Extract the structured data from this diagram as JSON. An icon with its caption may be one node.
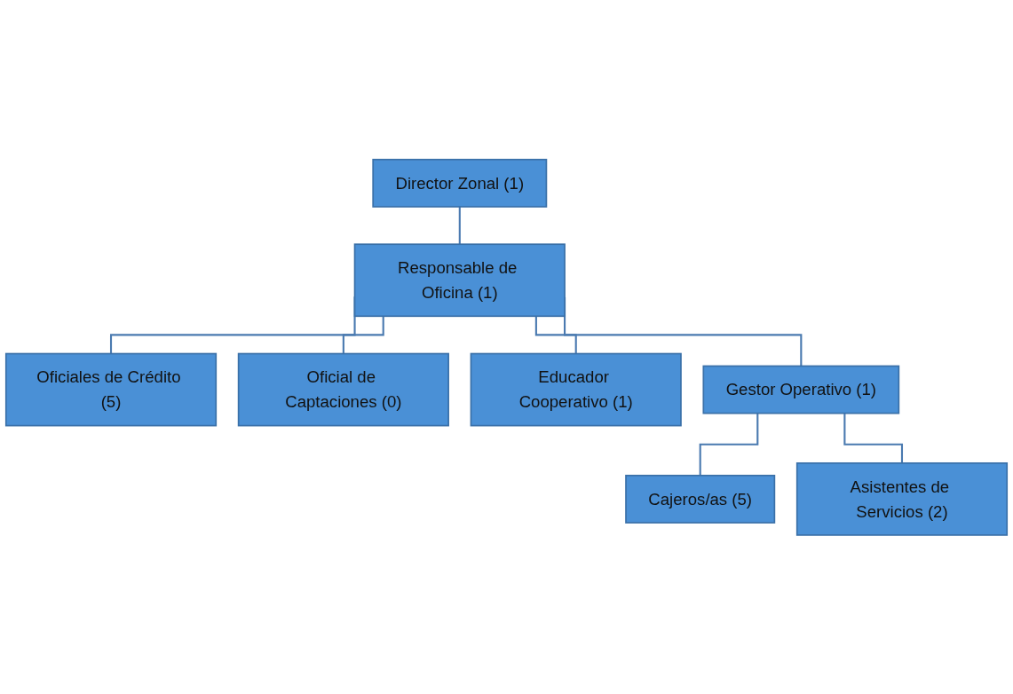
{
  "diagram": {
    "nodes": [
      {
        "text": [
          "Director Zonal (1)"
        ]
      },
      {
        "text": [
          "Responsable de Oficina (1)"
        ]
      },
      {
        "text": [
          "Oficiales de Crédito (5)"
        ]
      },
      {
        "text": [
          "Oficial de Captaciones (0)"
        ]
      },
      {
        "text": [
          "Educador Cooperativo (1)"
        ]
      },
      {
        "text": [
          "Gestor Operativo (1)"
        ]
      },
      {
        "text": [
          "Cajeros/as (5)"
        ]
      },
      {
        "text": [
          "Asistentes de Servicios (2)"
        ]
      }
    ],
    "edges": [
      {
        "from": 0,
        "to": 1,
        "arrow": "none"
      },
      {
        "from": 1,
        "to": 2,
        "arrow": "none"
      },
      {
        "from": 1,
        "to": 3,
        "arrow": "none"
      },
      {
        "from": 1,
        "to": 4,
        "arrow": "none"
      },
      {
        "from": 1,
        "to": 5,
        "arrow": "none"
      },
      {
        "from": 5,
        "to": 6,
        "arrow": "none"
      },
      {
        "from": 5,
        "to": 7,
        "arrow": "none"
      }
    ]
  }
}
